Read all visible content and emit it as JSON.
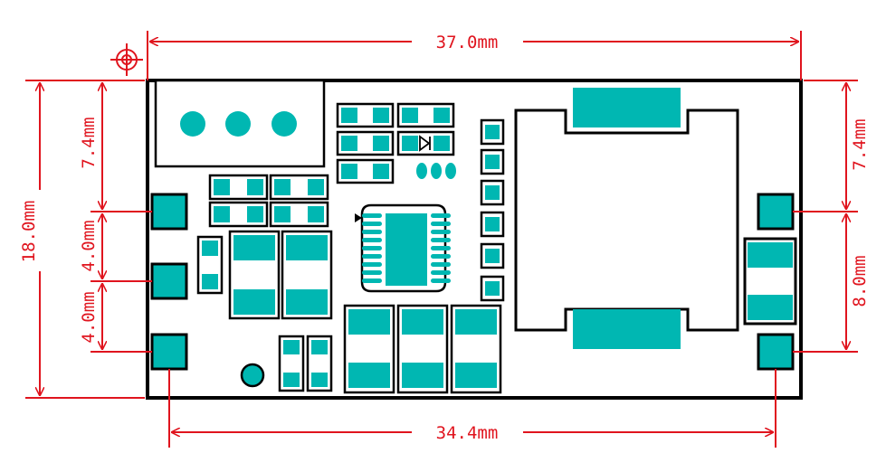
{
  "dimensions": {
    "top_width": "37.0mm",
    "bottom_width": "34.4mm",
    "left_height": "18.0mm",
    "left_pin_offset": "7.4mm",
    "left_pin_pitch_1": "4.0mm",
    "left_pin_pitch_2": "4.0mm",
    "right_pin_offset": "7.4mm",
    "right_pin_pitch": "8.0mm"
  },
  "colors": {
    "dimension": "#e0141e",
    "pad": "#00b7b2",
    "outline": "#000000",
    "background": "#ffffff"
  },
  "icons": {
    "origin_marker": "crosshair-target-icon"
  }
}
